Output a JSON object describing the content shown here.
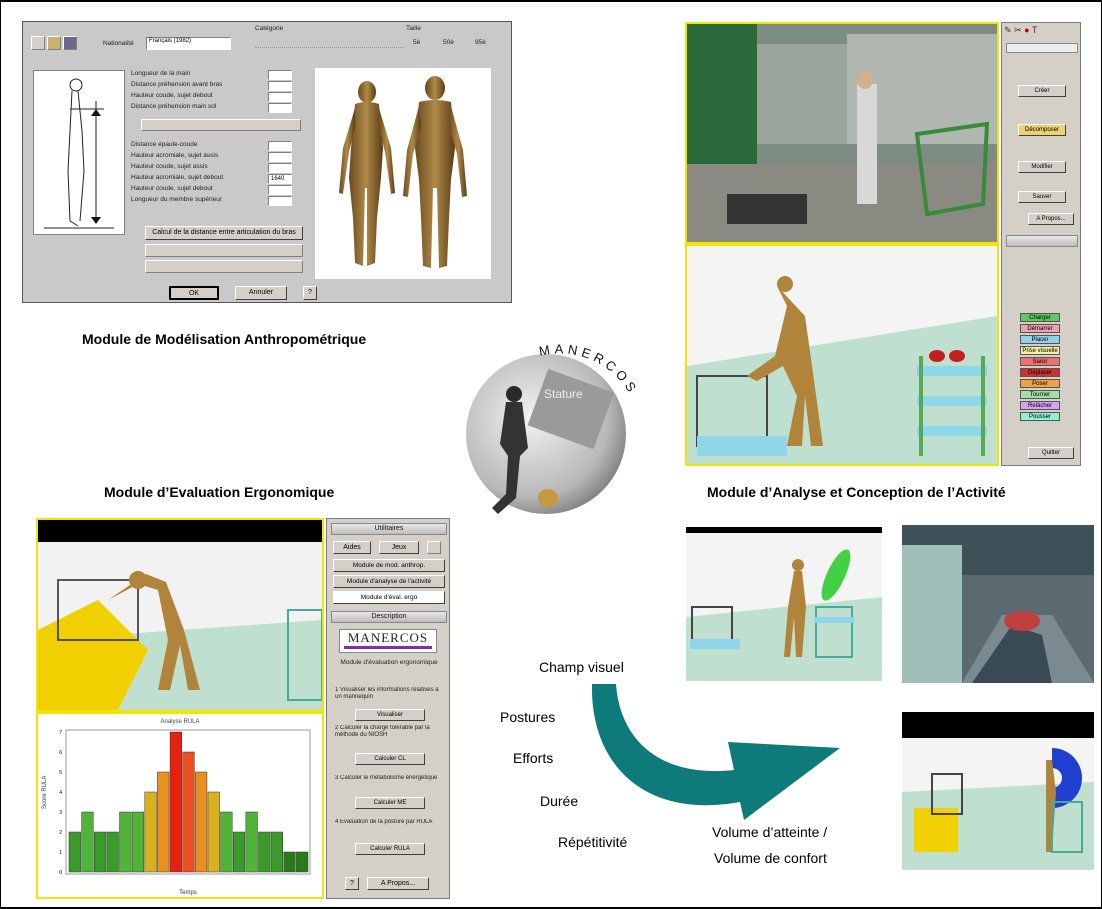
{
  "captions": {
    "anthro": "Module de Modélisation Anthropométrique",
    "ergo": "Module d’Evaluation Ergonomique",
    "activity": "Module d’Analyse et Conception de l’Activité"
  },
  "logo": {
    "text": "MANERCOS"
  },
  "anthro_window": {
    "nationality_label": "Nationalité",
    "nationality_value": "Français (1982)",
    "category_label": "Catégorie",
    "size_label": "Taille",
    "size_options": [
      "5è",
      "50è",
      "95è"
    ],
    "params": [
      "Longueur de la main",
      "Distance préhension avant bras",
      "Hauteur coude, sujet debout",
      "Distance préhension main sol",
      "Distance épaule-coude",
      "Hauteur acromiale, sujet assis",
      "Hauteur coude, sujet assis",
      "Hauteur acromiale, sujet debout",
      "Hauteur coude, sujet debout",
      "Longueur du membre supérieur"
    ],
    "values": [
      "",
      "",
      "",
      "",
      "",
      "",
      "",
      "1640",
      "",
      ""
    ],
    "calc_button": "Calcul de la distance entre articulation du bras",
    "ok_button": "OK",
    "cancel_button": "Annuler",
    "help_button": "?"
  },
  "activity_panel": {
    "buttons": [
      "Créer",
      "Décomposer",
      "Modifier",
      "Sauver",
      "A Propos...",
      "Quitter"
    ],
    "list": [
      "Charger",
      "Démarrer",
      "Placer",
      "Prise visuelle",
      "Saisir",
      "Déplacer",
      "Poser",
      "Tourner",
      "Relâcher",
      "Pousser"
    ],
    "list_colors": [
      "#5bc95b",
      "#f0a0b0",
      "#8fd0f0",
      "#f6f0a0",
      "#f07070",
      "#d03030",
      "#f0a040",
      "#a0e0a0",
      "#d8a0f0",
      "#90f0d0"
    ]
  },
  "ergo_panel": {
    "header": "Utilitaires",
    "buttons_top": [
      "Aides",
      "Jeux"
    ],
    "modules": [
      "Module de mod. anthrop.",
      "Module d'analyse de l'activité",
      "Module d'éval. ergo"
    ],
    "description_header": "Description",
    "logo": "MANERCOS",
    "subtitle": "Module d'évaluation ergonomique",
    "steps": [
      {
        "text": "1 Visualiser les informations relatives à un mannequin",
        "button": "Visualiser"
      },
      {
        "text": "2 Calculer la charge tolérable par la méthode du NIOSH",
        "button": "Calculer CL"
      },
      {
        "text": "3 Calculer le métabolisme énergétique",
        "button": "Calculer ME"
      },
      {
        "text": "4 Evaluation de la posture par RULA",
        "button": "Calculer RULA"
      }
    ],
    "help": "?",
    "about": "A Propos..."
  },
  "chart_data": {
    "type": "bar",
    "title": "Analyse RULA",
    "xlabel": "Temps",
    "ylabel": "Score RULA",
    "ylim": [
      0,
      7
    ],
    "values": [
      2,
      3,
      2,
      2,
      3,
      3,
      4,
      5,
      7,
      6,
      5,
      4,
      3,
      2,
      3,
      2,
      2,
      1,
      1
    ],
    "colors": [
      "#3a9a2a",
      "#52b33a",
      "#3a9a2a",
      "#3a9a2a",
      "#52b33a",
      "#52b33a",
      "#d8b020",
      "#e89020",
      "#e82010",
      "#e85020",
      "#e89020",
      "#d8b020",
      "#52b33a",
      "#3a9a2a",
      "#52b33a",
      "#3a9a2a",
      "#3a9a2a",
      "#2a7a1a",
      "#2a7a1a"
    ]
  },
  "criteria": {
    "champ": "Champ visuel",
    "postures": "Postures",
    "efforts": "Efforts",
    "duree": "Durée",
    "repet": "Répétitivité",
    "volume_line1": "Volume d’atteinte /",
    "volume_line2": "Volume de confort"
  }
}
